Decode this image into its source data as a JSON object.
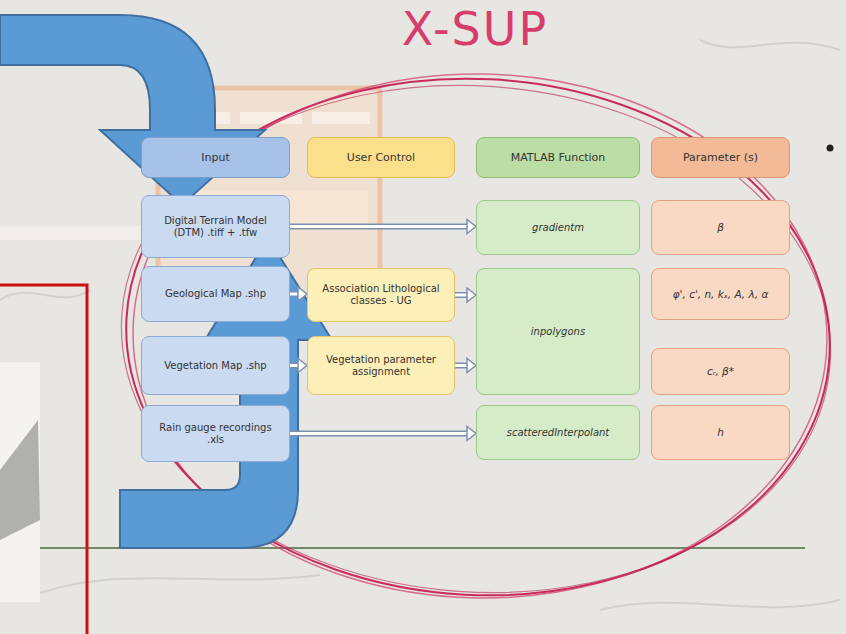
{
  "diagram": {
    "title": "X-SUP",
    "nodes": [
      {
        "text": [
          "Input"
        ]
      },
      {
        "text": [
          "User Control"
        ]
      },
      {
        "text": [
          "MATLAB Function"
        ]
      },
      {
        "text": [
          "Parameter (s)"
        ]
      },
      {
        "text": [
          "Digital Terrain Model (DTM) .tiff + .tfw"
        ]
      },
      {
        "text": [
          "gradientm"
        ]
      },
      {
        "text": [
          "β"
        ]
      },
      {
        "text": [
          "Geological Map .shp"
        ]
      },
      {
        "text": [
          "Association Lithological classes - UG"
        ]
      },
      {
        "text": [
          "inpolygons"
        ]
      },
      {
        "text": [
          "φ', c', n, kₛ, A, λ, α"
        ]
      },
      {
        "text": [
          "Vegetation Map .shp"
        ]
      },
      {
        "text": [
          "Vegetation parameter assignment"
        ]
      },
      {
        "text": [
          "cᵣ, β*"
        ]
      },
      {
        "text": [
          "Rain gauge recordings .xls"
        ]
      },
      {
        "text": [
          "scatteredInterpolant"
        ]
      },
      {
        "text": [
          "h"
        ]
      }
    ],
    "edges": [
      {
        "from": 4,
        "to": 5,
        "arrow": "to"
      },
      {
        "from": 7,
        "to": 8,
        "arrow": "to"
      },
      {
        "from": 8,
        "to": 9,
        "arrow": "to"
      },
      {
        "from": 11,
        "to": 12,
        "arrow": "to"
      },
      {
        "from": 12,
        "to": 9,
        "arrow": "to"
      },
      {
        "from": 14,
        "to": 15,
        "arrow": "to"
      }
    ]
  }
}
